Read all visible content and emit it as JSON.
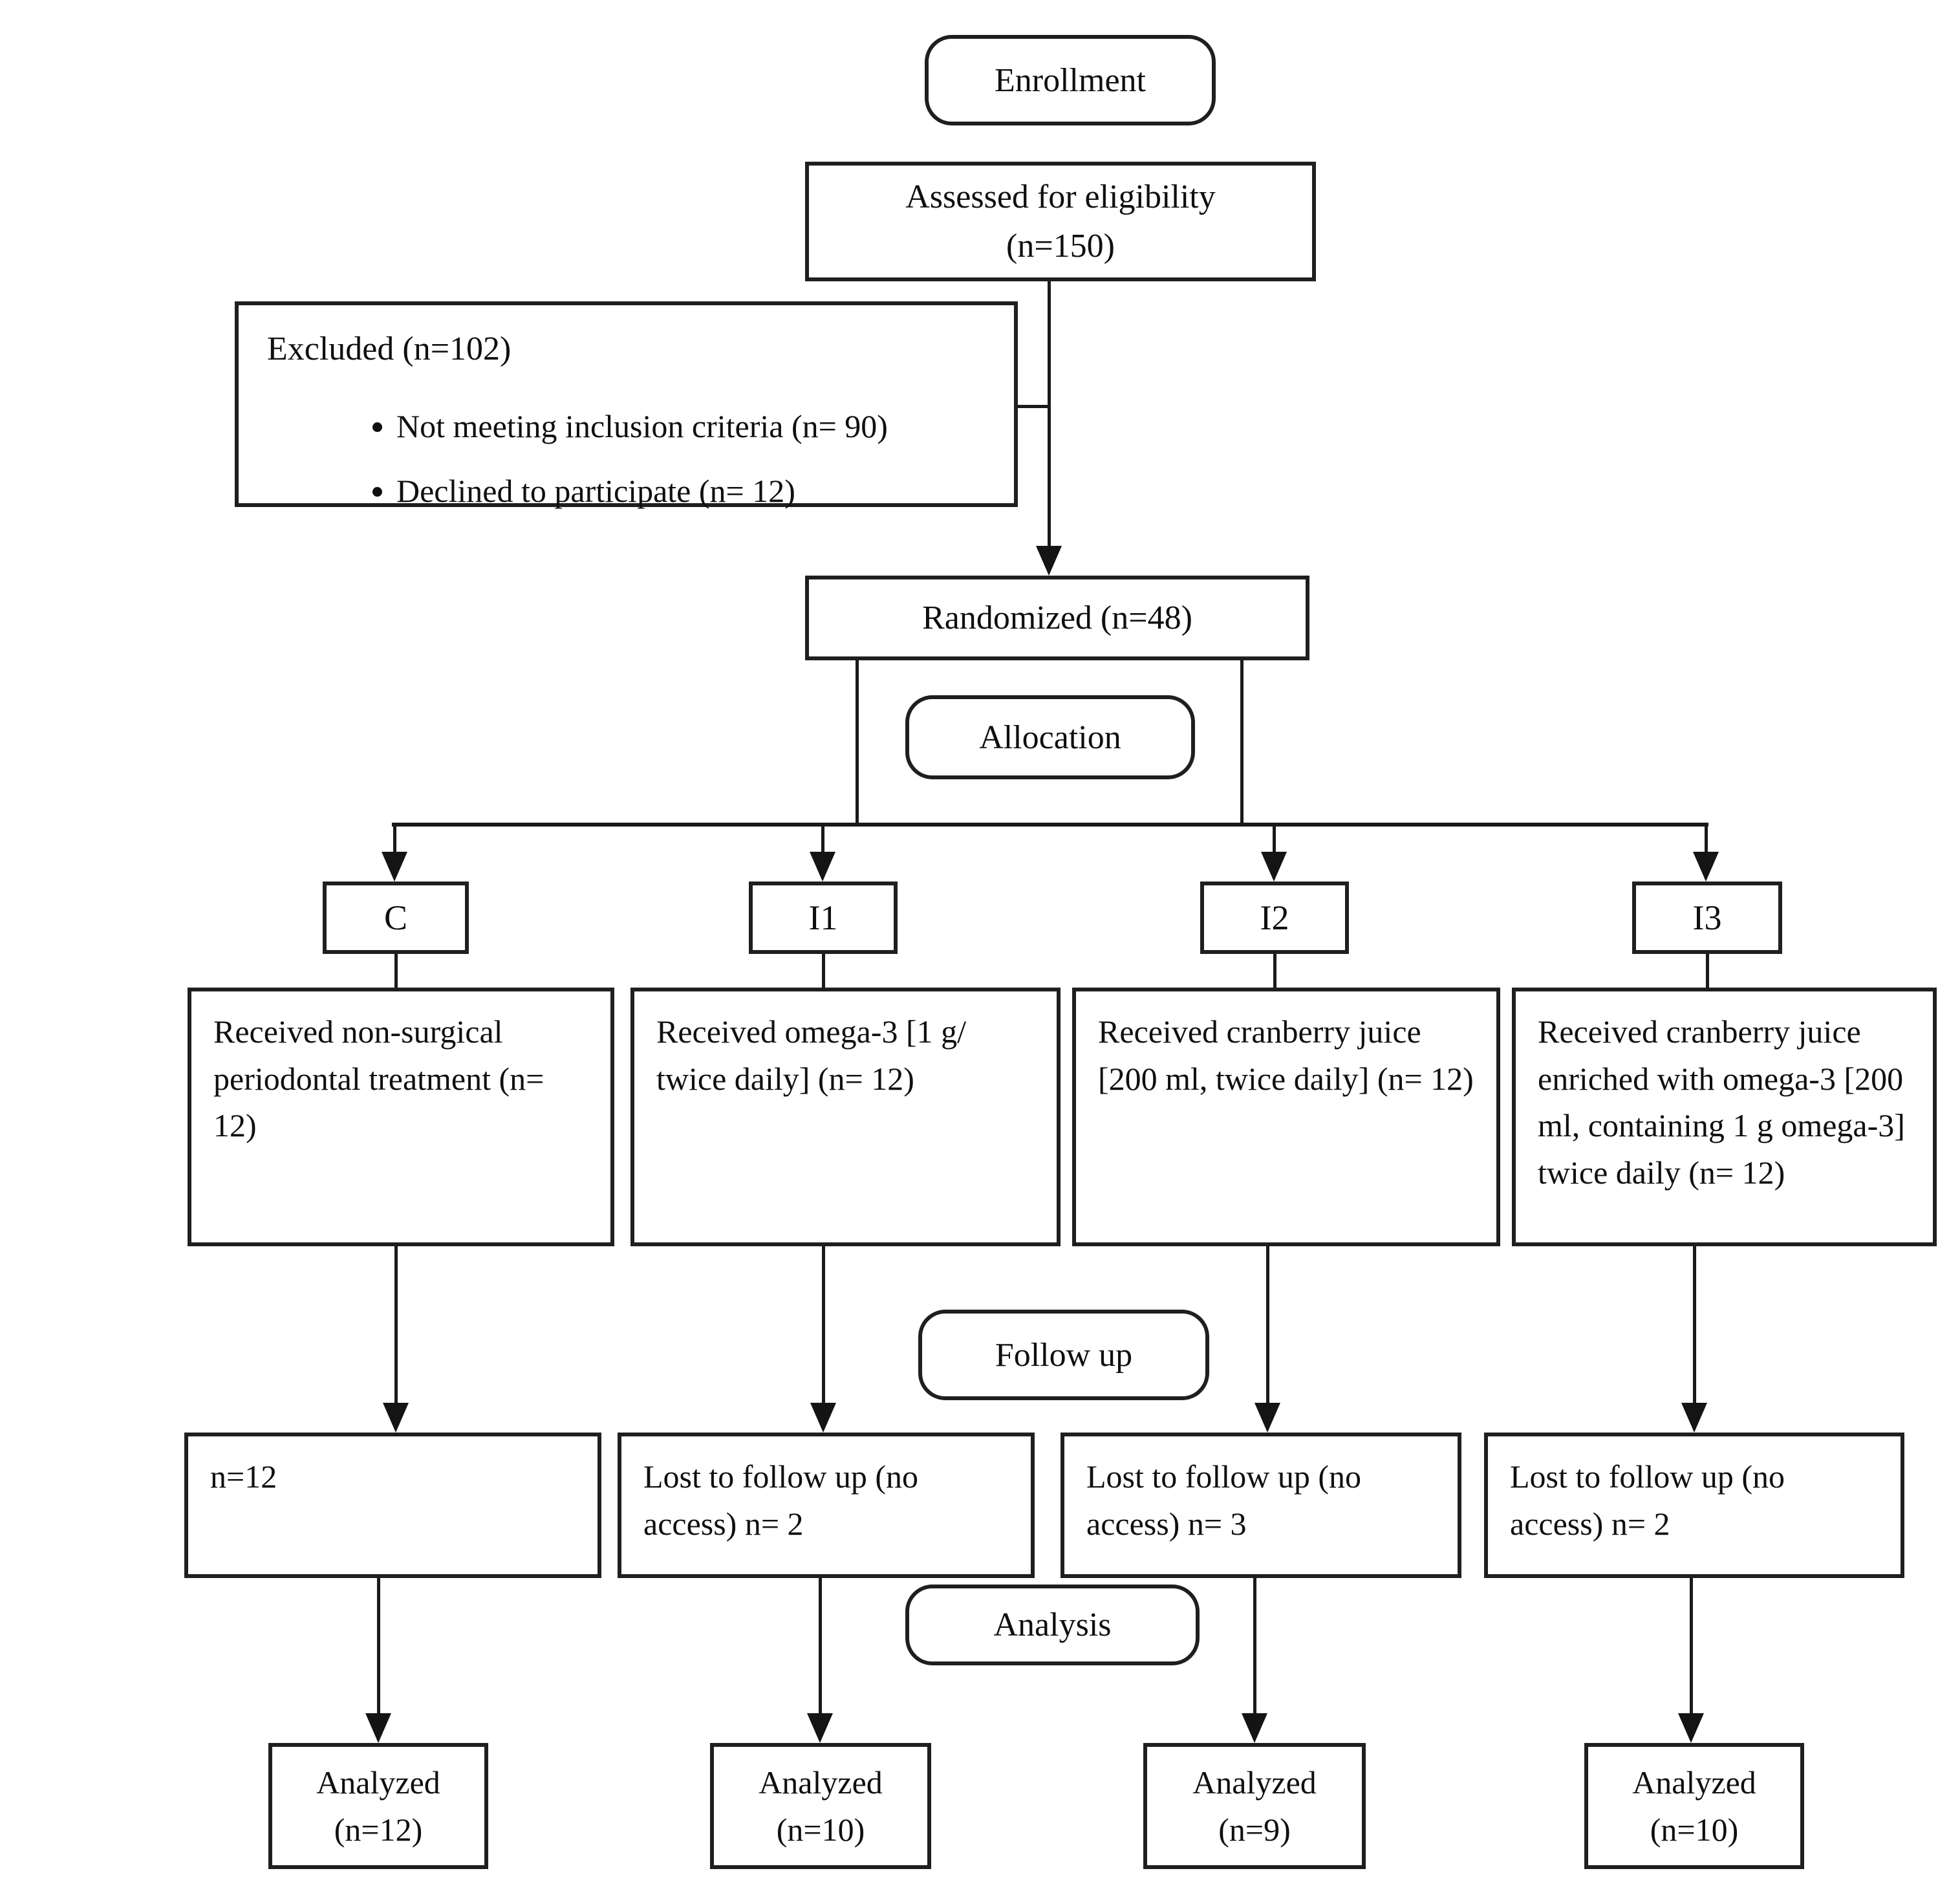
{
  "stages": {
    "enrollment": "Enrollment",
    "allocation": "Allocation",
    "follow_up": "Follow up",
    "analysis": "Analysis"
  },
  "enrollment_flow": {
    "assessed": {
      "line1": "Assessed for eligibility",
      "line2": "(n=150)"
    },
    "excluded": {
      "title": "Excluded (n=102)",
      "bullets": [
        "Not meeting inclusion criteria (n= 90)",
        "Declined to participate (n= 12)"
      ]
    },
    "randomized": "Randomized (n=48)"
  },
  "groups": [
    {
      "code": "C",
      "allocation": "Received non-surgical periodontal treatment (n= 12)",
      "follow_up": "n=12",
      "analyzed": "Analyzed",
      "analyzed_n": "(n=12)"
    },
    {
      "code": "I1",
      "allocation": "Received omega-3 [1 g/ twice daily] (n= 12)",
      "follow_up": "Lost to follow up (no access) n= 2",
      "analyzed": "Analyzed",
      "analyzed_n": "(n=10)"
    },
    {
      "code": "I2",
      "allocation": "Received cranberry juice [200 ml, twice daily] (n= 12)",
      "follow_up": "Lost to follow up (no access) n= 3",
      "analyzed": "Analyzed",
      "analyzed_n": "(n=9)"
    },
    {
      "code": "I3",
      "allocation": "Received cranberry juice enriched with omega-3 [200 ml, containing 1 g omega-3] twice daily (n= 12)",
      "follow_up": "Lost to follow up (no access) n= 2",
      "analyzed": "Analyzed",
      "analyzed_n": "(n=10)"
    }
  ],
  "colors": {
    "line": "#1a1a1a",
    "text": "#0f0f0f",
    "background": "#ffffff"
  }
}
